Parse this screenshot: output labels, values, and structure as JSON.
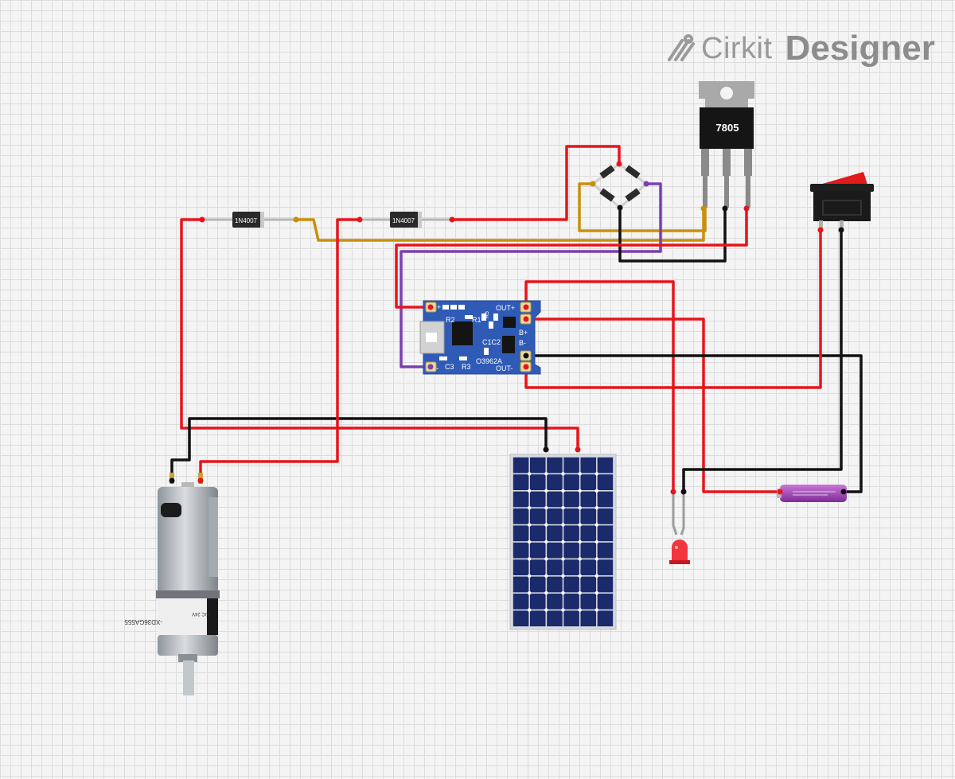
{
  "brand": {
    "name_part1": "Cirkit",
    "name_part2": "Designer",
    "logo_icon": "cirkit-logo-icon"
  },
  "components": {
    "diode1": {
      "label": "1N4007"
    },
    "diode2": {
      "label": "1N4007"
    },
    "regulator": {
      "label": "7805"
    },
    "charger": {
      "pin_in_plus": "+",
      "pin_in_minus": "-",
      "pin_out_plus": "OUT+",
      "pin_b_plus": "B+",
      "pin_b_minus": "B-",
      "pin_out_minus": "OUT-",
      "r2": "R2",
      "r1": "R1",
      "r5": "R5",
      "c1c2": "C1C2",
      "r6": "R6",
      "c3": "C3",
      "r3": "R3",
      "chip": "O3962A"
    },
    "motor": {
      "text_model": "-XD36GA555",
      "text_voltage": "DC 24V"
    }
  },
  "colors": {
    "wire_red": "#e8141c",
    "wire_black": "#111111",
    "wire_gold": "#c8900c",
    "wire_purple": "#7a3fb0",
    "board_blue": "#2f5bb7",
    "panel_blue": "#1b2a6b",
    "battery_purple": "#9b3db0",
    "switch_red": "#e11a1a"
  }
}
